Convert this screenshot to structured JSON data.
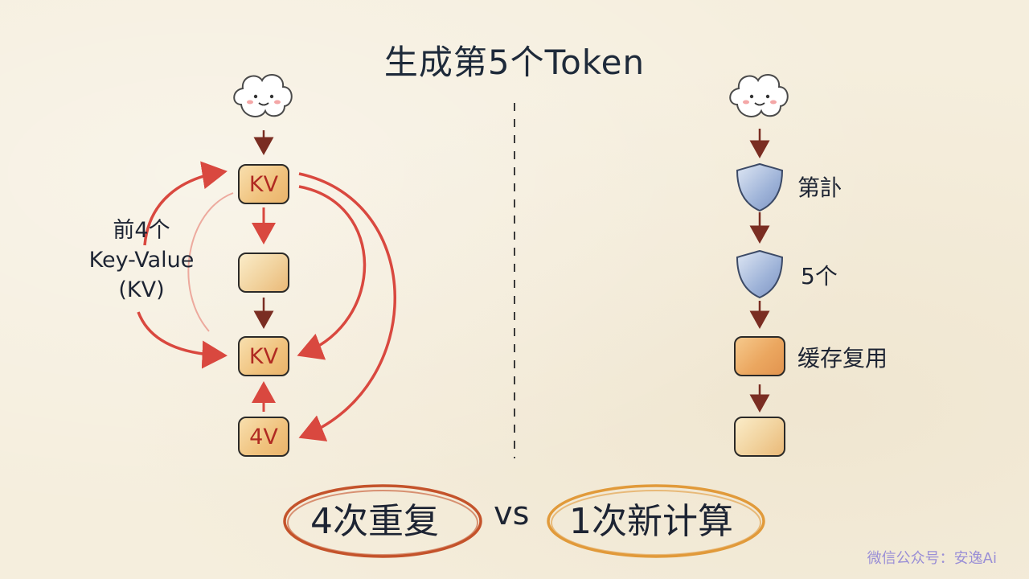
{
  "title": "生成第5个Token",
  "left": {
    "label_line1": "前4个",
    "label_line2": "Key-Value",
    "label_line3": "(KV)",
    "boxes": [
      "KV",
      "",
      "KV",
      "4V"
    ]
  },
  "right": {
    "label1": "第訃",
    "label2": "5个",
    "label3": "缓存复用"
  },
  "bottom": {
    "left": "4次重复",
    "vs": "vs",
    "right": "1次新计算"
  },
  "watermark": "微信公众号：安逸Ai",
  "colors": {
    "arrow_red": "#d9483f",
    "box_fill": "#f0c27d",
    "shield_blue": "#8fa6cf",
    "oval_left": "#c4532b",
    "oval_right": "#e19a3a"
  },
  "icons": [
    "cloud-face-icon",
    "shield-icon",
    "shield-icon"
  ]
}
